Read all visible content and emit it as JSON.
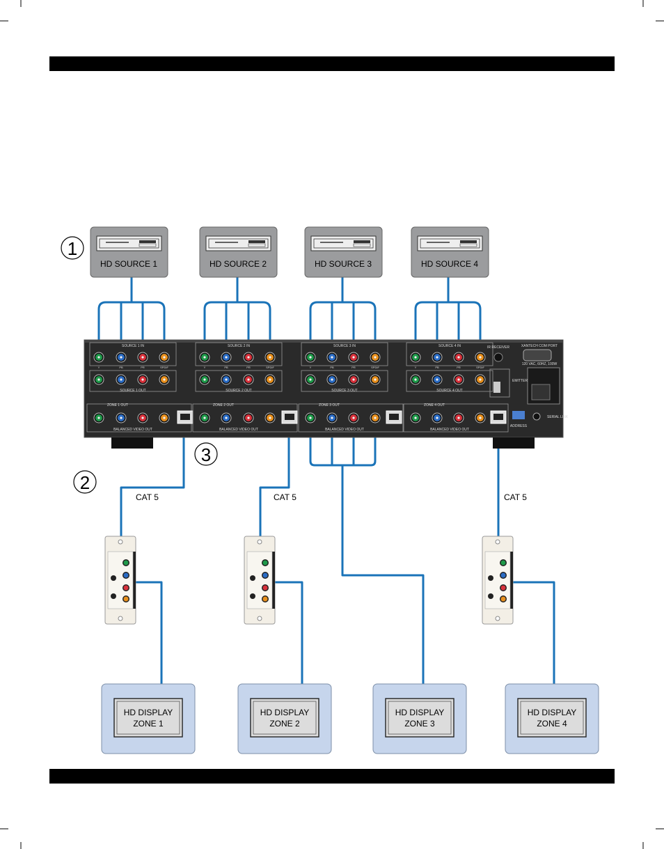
{
  "sources": [
    {
      "label": "HD SOURCE 1"
    },
    {
      "label": "HD SOURCE 2"
    },
    {
      "label": "HD SOURCE 3"
    },
    {
      "label": "HD SOURCE 4"
    }
  ],
  "callouts": [
    "1",
    "2",
    "3"
  ],
  "cable_labels": [
    "CAT 5",
    "CAT 5",
    "CAT 5"
  ],
  "displays": [
    {
      "line1": "HD DISPLAY",
      "line2": "ZONE 1"
    },
    {
      "line1": "HD DISPLAY",
      "line2": "ZONE 2"
    },
    {
      "line1": "HD DISPLAY",
      "line2": "ZONE 3"
    },
    {
      "line1": "HD DISPLAY",
      "line2": "ZONE 4"
    }
  ],
  "panel": {
    "source_in": [
      "SOURCE 1 IN",
      "SOURCE 2 IN",
      "SOURCE 3 IN",
      "SOURCE 4 IN"
    ],
    "source_out": [
      "SOURCE 1 OUT",
      "SOURCE 2 OUT",
      "SOURCE 3 OUT",
      "SOURCE 4 OUT"
    ],
    "zone_out": [
      "ZONE 1 OUT",
      "ZONE 2 OUT",
      "ZONE 3 OUT",
      "ZONE 4 OUT"
    ],
    "balanced_video_out": "BALANCED VIDEO OUT",
    "port_labels": [
      "Y",
      "PB",
      "PR",
      "SPDIF"
    ],
    "ir_receiver": "IR RECEIVER",
    "emitter": "EMITTER",
    "com_port": "XANTECH COM PORT",
    "power_rating": "120 VAC, 60HZ, 100W",
    "address": "ADDRESS",
    "serial_link": "SERIAL LINK"
  },
  "colors": {
    "cable": "#1a73b8",
    "box_bg": "#9b9c9e",
    "display_bg": "#c6d5ec",
    "panel_bg": "#2a2a2a",
    "green": "#1f9a4a",
    "blue": "#2b6cc4",
    "red": "#d8323c",
    "orange": "#e8901e"
  }
}
